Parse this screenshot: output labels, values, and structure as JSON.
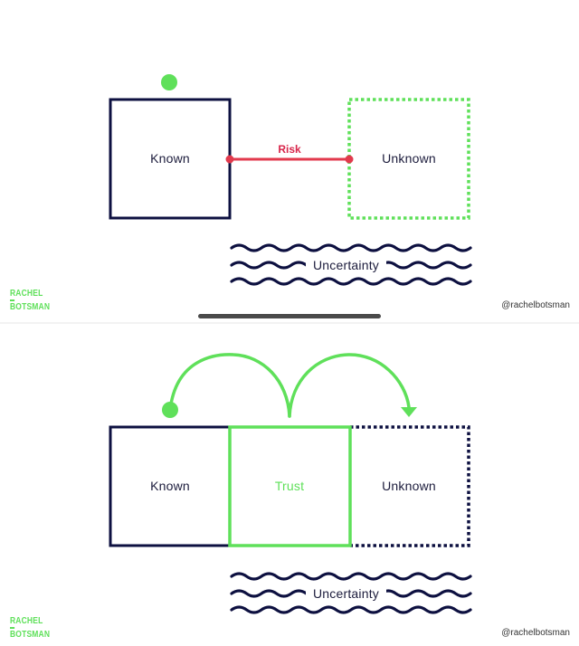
{
  "colors": {
    "navy": "#0d1040",
    "green": "#5fe05a",
    "red": "#e23a4d",
    "risk_text": "#d8254a",
    "text_dark": "#1c1c3c"
  },
  "slides": [
    {
      "boxes": {
        "known": "Known",
        "unknown": "Unknown"
      },
      "connector_label": "Risk",
      "waves_label": "Uncertainty",
      "brand": {
        "line1": "RACHEL",
        "line2": "BOTSMAN"
      },
      "handle": "@rachelbotsman"
    },
    {
      "boxes": {
        "known": "Known",
        "trust": "Trust",
        "unknown": "Unknown"
      },
      "waves_label": "Uncertainty",
      "brand": {
        "line1": "RACHEL",
        "line2": "BOTSMAN"
      },
      "handle": "@rachelbotsman"
    }
  ]
}
